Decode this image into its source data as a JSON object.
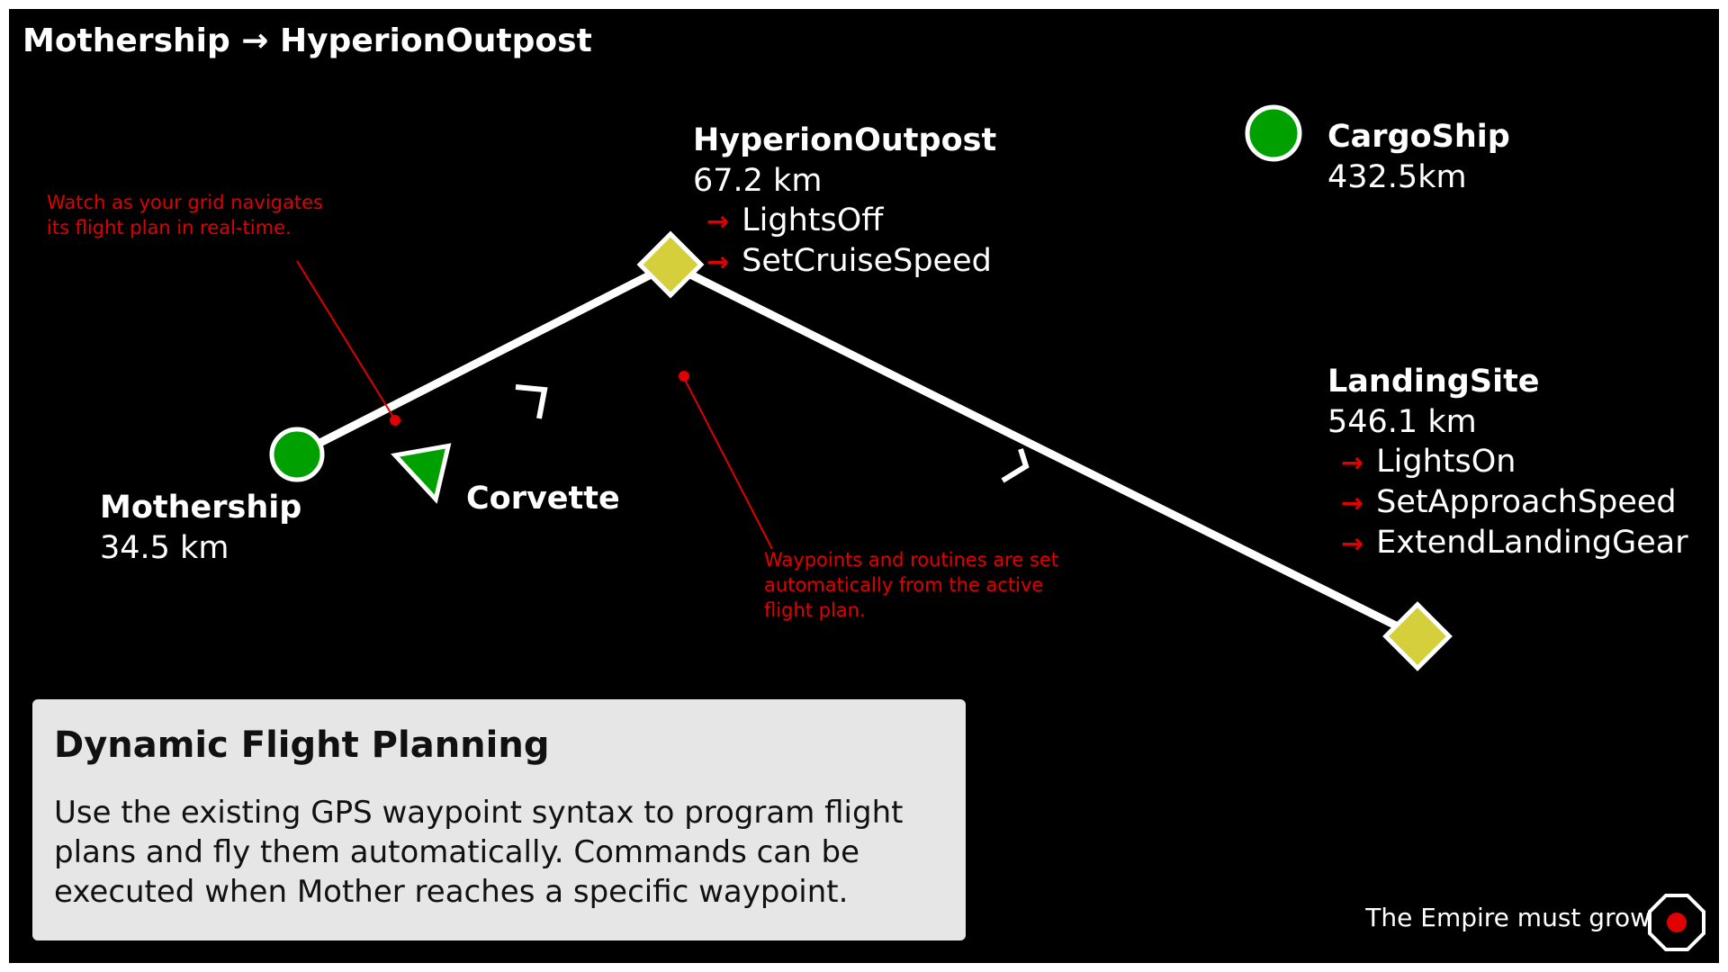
{
  "route": {
    "title": "Mothership → HyperionOutpost"
  },
  "waypoints": {
    "mothership": {
      "name": "Mothership",
      "distance": "34.5 km",
      "color": "#00a000"
    },
    "hyperion": {
      "name": "HyperionOutpost",
      "distance": "67.2 km",
      "commands": [
        "LightsOff",
        "SetCruiseSpeed"
      ],
      "color": "#d4cf3b"
    },
    "cargo": {
      "name": "CargoShip",
      "distance": "432.5km",
      "color": "#00a000"
    },
    "landing": {
      "name": "LandingSite",
      "distance": "546.1 km",
      "commands": [
        "LightsOn",
        "SetApproachSpeed",
        "ExtendLandingGear"
      ],
      "color": "#d4cf3b"
    }
  },
  "ship": {
    "name": "Corvette",
    "color": "#00a000"
  },
  "annotations": {
    "realtime": [
      "Watch as your grid navigates",
      "its flight plan in real-time."
    ],
    "auto": [
      "Waypoints and routines are set",
      "automatically from the active",
      "flight plan."
    ]
  },
  "panel": {
    "title": "Dynamic Flight Planning",
    "body": "Use the existing GPS waypoint syntax to program flight plans and fly them automatically.  Commands can be executed when Mother reaches a specific waypoint."
  },
  "brand": {
    "tagline": "The Empire must grow",
    "accent": "#e00000"
  },
  "icons": {
    "command_arrow": "→"
  }
}
